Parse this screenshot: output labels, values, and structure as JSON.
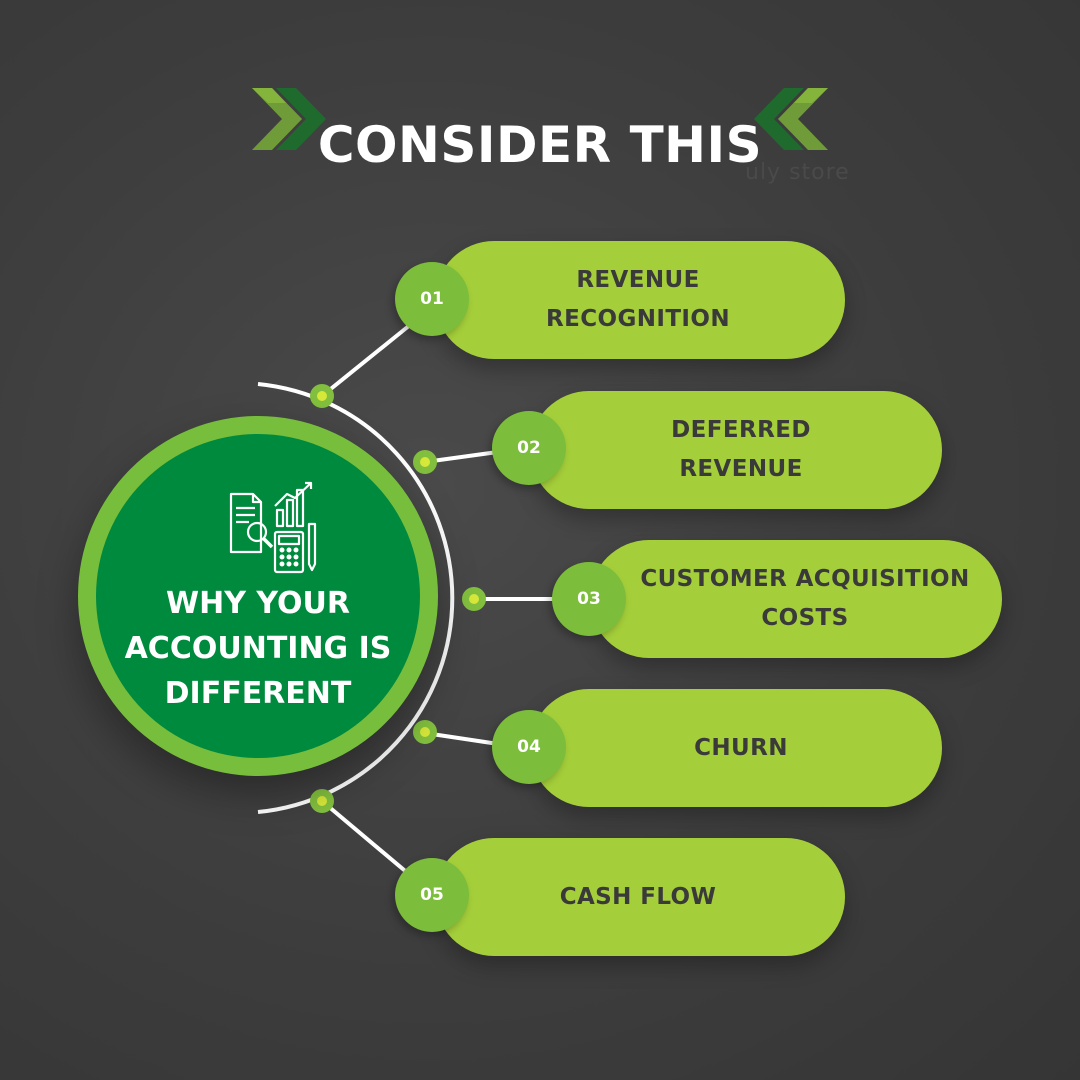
{
  "header": {
    "title": "CONSIDER THIS",
    "faint_text": "uly store"
  },
  "hub": {
    "title": "WHY YOUR\nACCOUNTING IS\nDIFFERENT",
    "icon": "accounting-documents-calculator-icon"
  },
  "items": [
    {
      "number": "01",
      "label": "REVENUE\nRECOGNITION"
    },
    {
      "number": "02",
      "label": "DEFERRED\nREVENUE"
    },
    {
      "number": "03",
      "label": "CUSTOMER ACQUISITION\nCOSTS"
    },
    {
      "number": "04",
      "label": "CHURN"
    },
    {
      "number": "05",
      "label": "CASH FLOW"
    }
  ],
  "colors": {
    "background": "#3d3d3d",
    "hub_outer": "#78be3d",
    "hub_inner": "#008a3e",
    "pill": "#a5cf3a",
    "number_circle": "#7cbd3c",
    "pill_text": "#3a3a3a",
    "chevron_dark": "#1f6b2d",
    "chevron_light": "#7aa33a"
  }
}
